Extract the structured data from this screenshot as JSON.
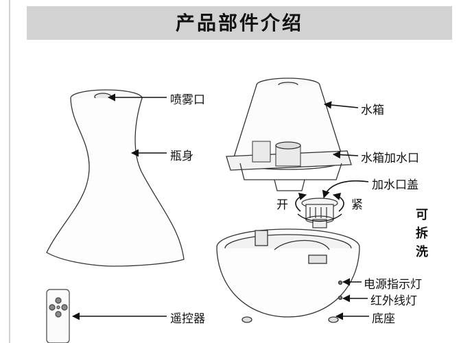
{
  "title": "产品部件介绍",
  "labels": {
    "spray_port": "喷雾口",
    "bottle_body": "瓶身",
    "remote": "遥控器",
    "water_tank": "水箱",
    "tank_fill_port": "水箱加水口",
    "fill_cap": "加水口盖",
    "open": "开",
    "tighten": "紧",
    "power_indicator": "电源指示灯",
    "ir_light": "红外线灯",
    "base": "底座"
  },
  "removable_washable": [
    "可",
    "拆",
    "洗"
  ]
}
